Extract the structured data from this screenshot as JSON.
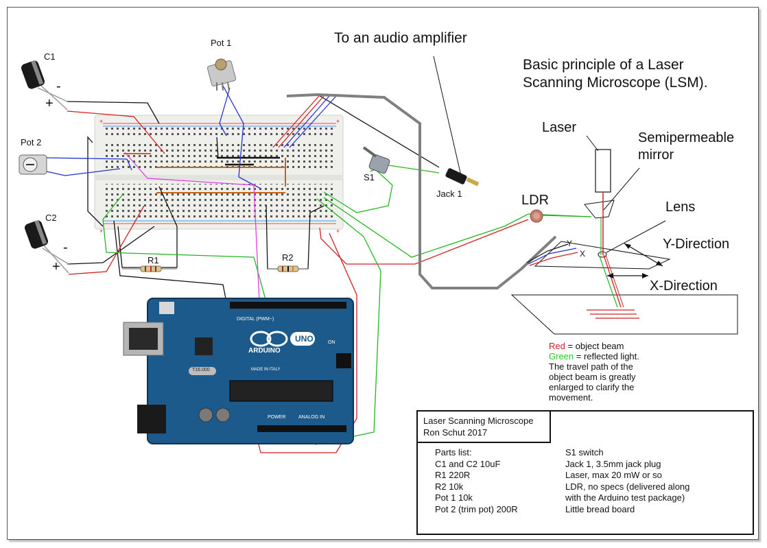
{
  "title": {
    "line1": "Basic principle of a Laser",
    "line2": "Scanning Microscope (LSM)."
  },
  "labels": {
    "amplifier": "To an audio amplifier",
    "c1": "C1",
    "c2": "C2",
    "pot1": "Pot 1",
    "pot2": "Pot 2",
    "r1": "R1",
    "r2": "R2",
    "s1": "S1",
    "jack1": "Jack 1",
    "minus": "-",
    "plus": "+",
    "ldr": "LDR",
    "laser": "Laser",
    "mirror_line1": "Semipermeable",
    "mirror_line2": "mirror",
    "lens": "Lens",
    "y_direction": "Y-Direction",
    "x_direction": "X-Direction",
    "y_small": "Y",
    "x_small": "X"
  },
  "legend": {
    "red_word": "Red",
    "red_text": " = object beam",
    "green_word": "Green",
    "green_text": " = reflected light.",
    "line3": "The travel path of the",
    "line4": "object beam is greatly",
    "line5": "enlarged to clarify the",
    "line6": "movement."
  },
  "titleblock": {
    "name": "Laser Scanning Microscope",
    "author": "Ron Schut 2017",
    "parts_left": [
      "Parts list:",
      "C1 and C2 10uF",
      "R1 220R",
      "R2 10k",
      "Pot 1 10k",
      "Pot 2 (trim pot) 200R"
    ],
    "parts_right": [
      "S1 switch",
      "Jack 1, 3.5mm jack plug",
      "Laser, max 20 mW or so",
      "LDR, no specs (delivered along",
      "with the Arduino test package)",
      "Little bread board"
    ]
  },
  "arduino": {
    "logo_text": "ARDUINO",
    "model": "UNO",
    "digital": "DIGITAL (PWM~)",
    "analog": "ANALOG IN",
    "power": "POWER",
    "made_in": "MADE IN ITALY",
    "crystal": "T16.000",
    "on_label": "ON"
  },
  "colors": {
    "red_wire": "#d42020",
    "green_wire": "#22b522",
    "blue_wire": "#2233cc",
    "black_wire": "#111111",
    "magenta_wire": "#e040e0",
    "orange_wire": "#c8641a",
    "board_blue": "#1c5a8c"
  }
}
